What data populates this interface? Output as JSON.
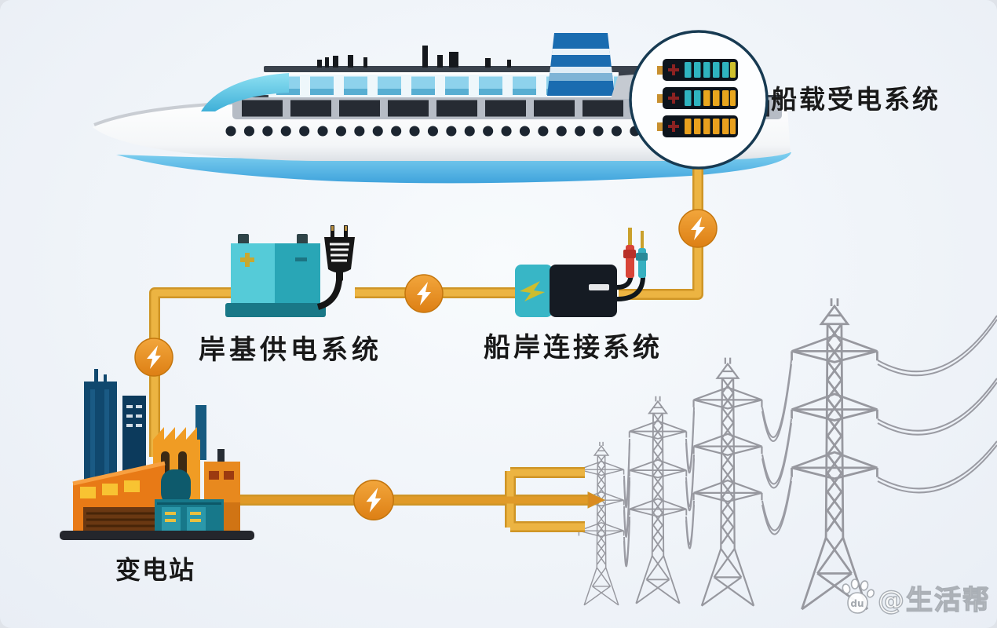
{
  "diagram": {
    "background": "#f0f4f9",
    "nodes": [
      {
        "id": "ship-power-receiving-system",
        "label": "船载受电系统",
        "depicted_as": "battery-bank inside circular callout on cruise ship"
      },
      {
        "id": "shore-power-supply-system",
        "label": "岸基供电系统",
        "depicted_as": "teal battery box with power plug"
      },
      {
        "id": "ship-shore-connection-system",
        "label": "船岸连接系统",
        "depicted_as": "dark connector unit with red and teal probes"
      },
      {
        "id": "substation",
        "label": "变电站",
        "depicted_as": "industrial buildings cluster"
      }
    ],
    "unlabeled_elements": [
      "cruise-ship",
      "transmission-towers"
    ],
    "edges": [
      {
        "from": "substation",
        "to": "shore-power-supply-system",
        "icon": "lightning-icon"
      },
      {
        "from": "shore-power-supply-system",
        "to": "ship-shore-connection-system",
        "icon": "lightning-icon"
      },
      {
        "from": "ship-shore-connection-system",
        "to": "ship-power-receiving-system",
        "icon": "lightning-icon"
      },
      {
        "from": "substation",
        "to": "transmission-towers",
        "icon": "lightning-icon"
      }
    ],
    "icons": {
      "edge_icon": "lightning-bolt in orange circle",
      "watermark_icon": "baidu-paw"
    },
    "colors": {
      "wire": "#ecb442",
      "wire_outline": "#cf9526",
      "bolt_circle_top": "#f2a63c",
      "bolt_circle_bottom": "#dd7f14",
      "bolt_glyph": "#ffffff",
      "device_teal": "#38b6c6",
      "battery_teal_light": "#55cbd8",
      "battery_teal_dark": "#29a6b6",
      "navy_building": "#10486e",
      "orange_building": "#e87a16",
      "ship_hull_blue": "#4fb2e4",
      "funnel_blue": "#1a6cb0",
      "tower_gray": "#97989f",
      "label_color": "#191919"
    }
  },
  "watermark": {
    "text": "@生活帮",
    "paw_text": "du"
  }
}
